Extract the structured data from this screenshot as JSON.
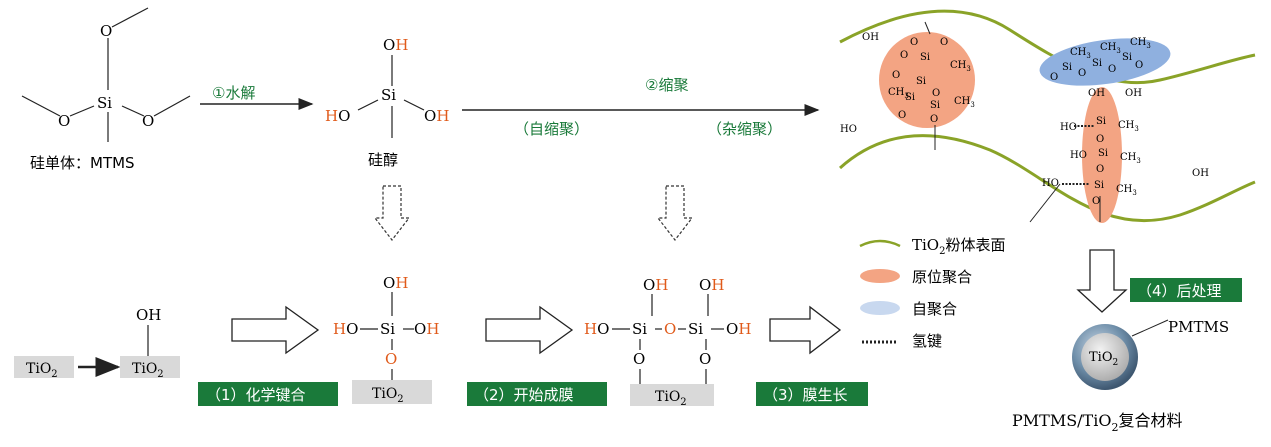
{
  "colors": {
    "accent_green": "#1a7a3a",
    "label_red": "#e05a1a",
    "curve_green": "#8aa328",
    "in_situ_fill": "#f3a483",
    "self_fill": "#8fb0df",
    "tio2_box": "#d9d9d9",
    "sphere": "#6f8faa"
  },
  "mtms": {
    "si": "Si",
    "o": "O",
    "caption": "硅单体：MTMS"
  },
  "silanol": {
    "si": "Si",
    "o": "O",
    "h": "H",
    "ho_h": "H",
    "ho_o": "O",
    "caption": "硅醇"
  },
  "steps": {
    "hydrolysis": "①水解",
    "condensation": "②缩聚",
    "self_condensation": "（自缩聚）",
    "hetero_condensation": "（杂缩聚）"
  },
  "stages": {
    "s1": "（1）化学键合",
    "s2": "（2）开始成膜",
    "s3": "（3）膜生长",
    "s4": "（4）后处理"
  },
  "tio2": {
    "base": "TiO",
    "sub": "2",
    "oh": "OH"
  },
  "surface": {
    "si": "Si",
    "o": "O",
    "h": "H",
    "ho_h": "H",
    "ho_o": "O",
    "bridge_o": "O",
    "oh_o": "O",
    "oh_h": "H"
  },
  "legend": {
    "surface_label": "TiO",
    "surface_sub": "2",
    "surface_suffix": "粉体表面",
    "in_situ": "原位聚合",
    "self": "自聚合",
    "hbond": "氢键"
  },
  "composite": {
    "core": "TiO",
    "core_sub": "2",
    "shell": "PMTMS",
    "caption_a": "PMTMS/TiO",
    "caption_sub": "2",
    "caption_b": "复合材料"
  },
  "labels": {
    "oh": "OH",
    "ho": "HO",
    "si": "Si",
    "o": "O",
    "ch3": "CH",
    "sub3": "3"
  }
}
